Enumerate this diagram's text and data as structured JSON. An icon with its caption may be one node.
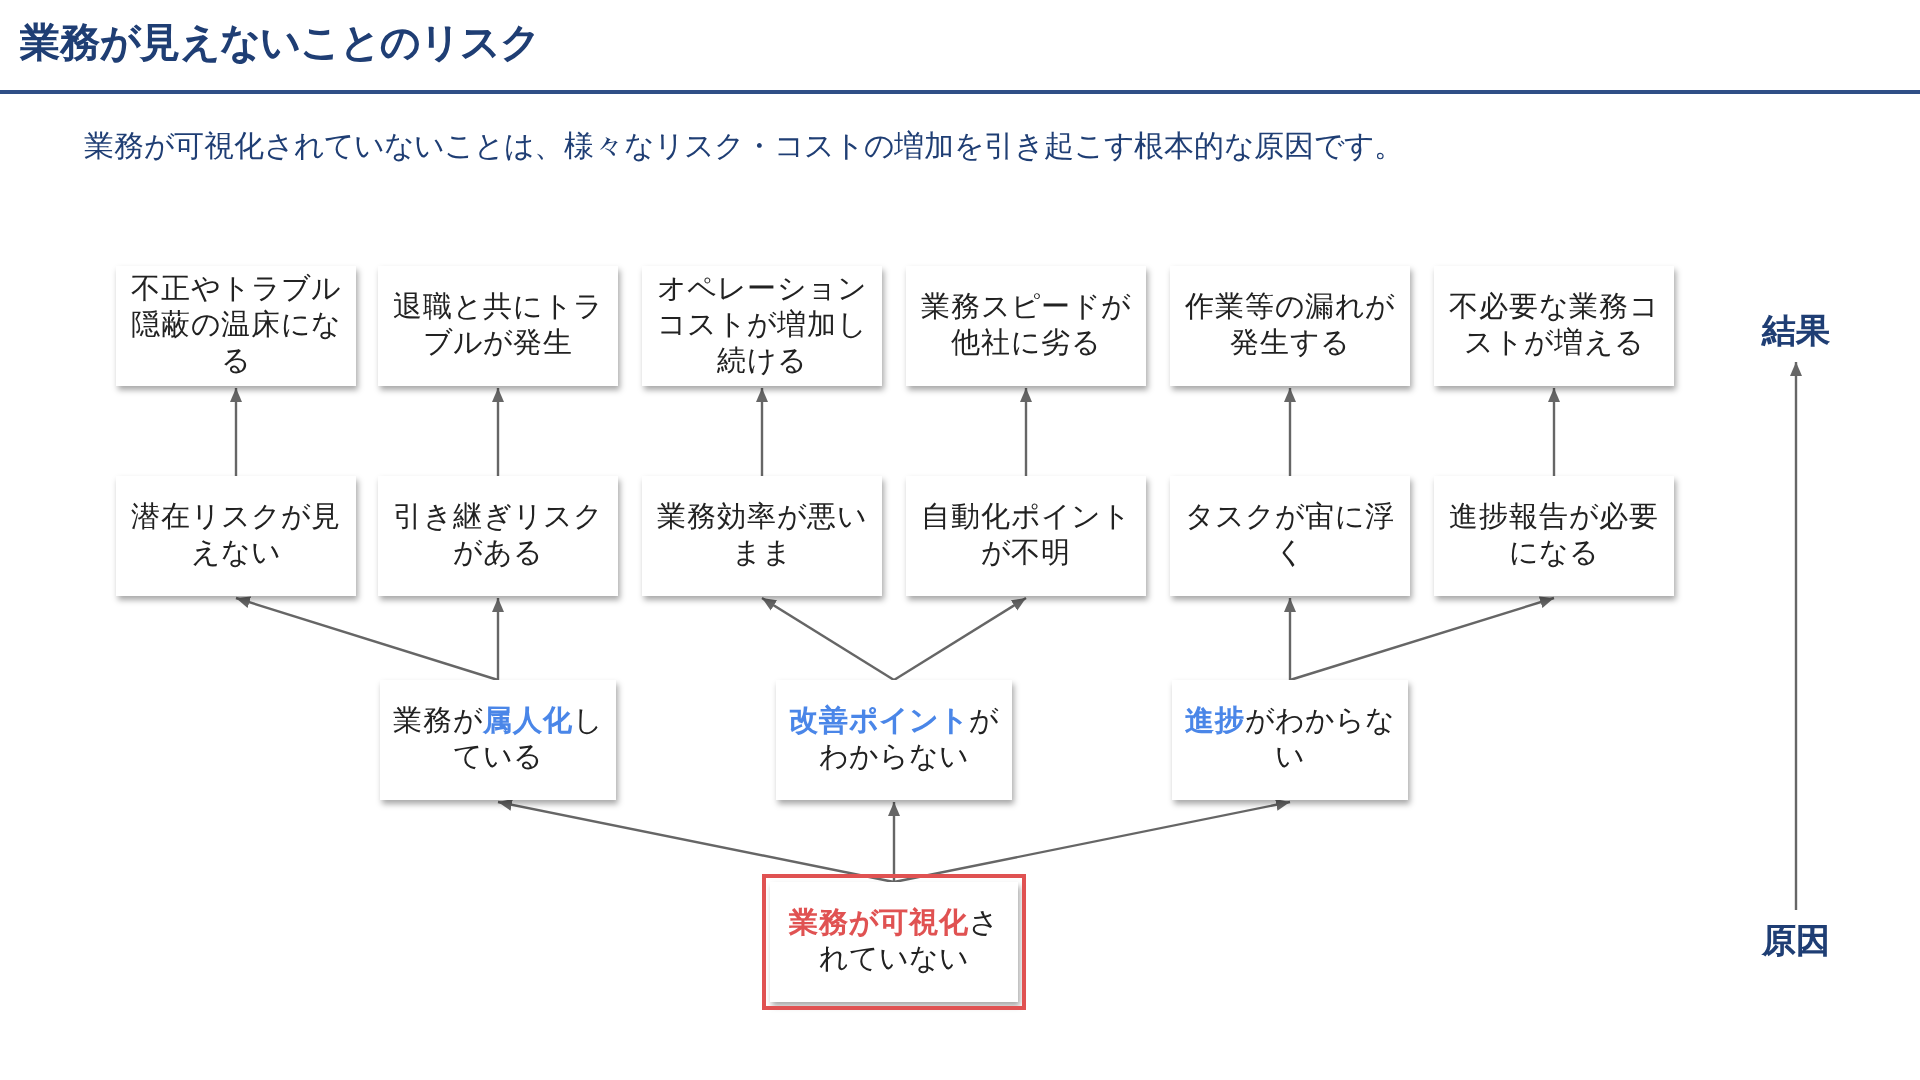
{
  "diagram": {
    "title": "業務が見えないことのリスク",
    "nodes": [
      {
        "text": [
          "不正やトラブル隠蔽の温床になる"
        ]
      },
      {
        "text": [
          "退職と共にトラブルが発生"
        ]
      },
      {
        "text": [
          "オペレーションコストが増加し続ける"
        ]
      },
      {
        "text": [
          "業務スピードが他社に劣る"
        ]
      },
      {
        "text": [
          "作業等の漏れが発生する"
        ]
      },
      {
        "text": [
          "不必要な業務コストが増える"
        ]
      },
      {
        "text": [
          "結果"
        ]
      },
      {
        "text": [
          "潜在リスクが見えない"
        ]
      },
      {
        "text": [
          "引き継ぎリスクがある"
        ]
      },
      {
        "text": [
          "業務効率が悪いまま"
        ]
      },
      {
        "text": [
          "自動化ポイントが不明"
        ]
      },
      {
        "text": [
          "タスクが宙に浮く"
        ]
      },
      {
        "text": [
          "進捗報告が必要になる"
        ]
      },
      {
        "text": [
          "業務が**属人化**している"
        ]
      },
      {
        "text": [
          "**改善ポイント**がわからない"
        ]
      },
      {
        "text": [
          "**進捗**がわからない"
        ]
      },
      {
        "text": [
          "**業務が可視化**されていない"
        ]
      },
      {
        "text": [
          "原因"
        ]
      }
    ],
    "edges": [
      {
        "from": 7,
        "to": 0,
        "arrow": "to"
      },
      {
        "from": 8,
        "to": 1,
        "arrow": "to"
      },
      {
        "from": 9,
        "to": 2,
        "arrow": "to"
      },
      {
        "from": 10,
        "to": 3,
        "arrow": "to"
      },
      {
        "from": 11,
        "to": 4,
        "arrow": "to"
      },
      {
        "from": 12,
        "to": 5,
        "arrow": "to"
      },
      {
        "from": 13,
        "to": 7,
        "arrow": "to"
      },
      {
        "from": 13,
        "to": 8,
        "arrow": "to"
      },
      {
        "from": 14,
        "to": 9,
        "arrow": "to"
      },
      {
        "from": 14,
        "to": 10,
        "arrow": "to"
      },
      {
        "from": 15,
        "to": 11,
        "arrow": "to"
      },
      {
        "from": 15,
        "to": 12,
        "arrow": "to"
      },
      {
        "from": 16,
        "to": 13,
        "arrow": "to"
      },
      {
        "from": 16,
        "to": 14,
        "arrow": "to"
      },
      {
        "from": 16,
        "to": 15,
        "arrow": "to"
      },
      {
        "from": 17,
        "to": 6,
        "arrow": "to"
      }
    ],
    "labels": [
      "業務が可視化されていないことは、様々なリスク・コストの増加を引き起こす根本的な原因です。"
    ]
  }
}
